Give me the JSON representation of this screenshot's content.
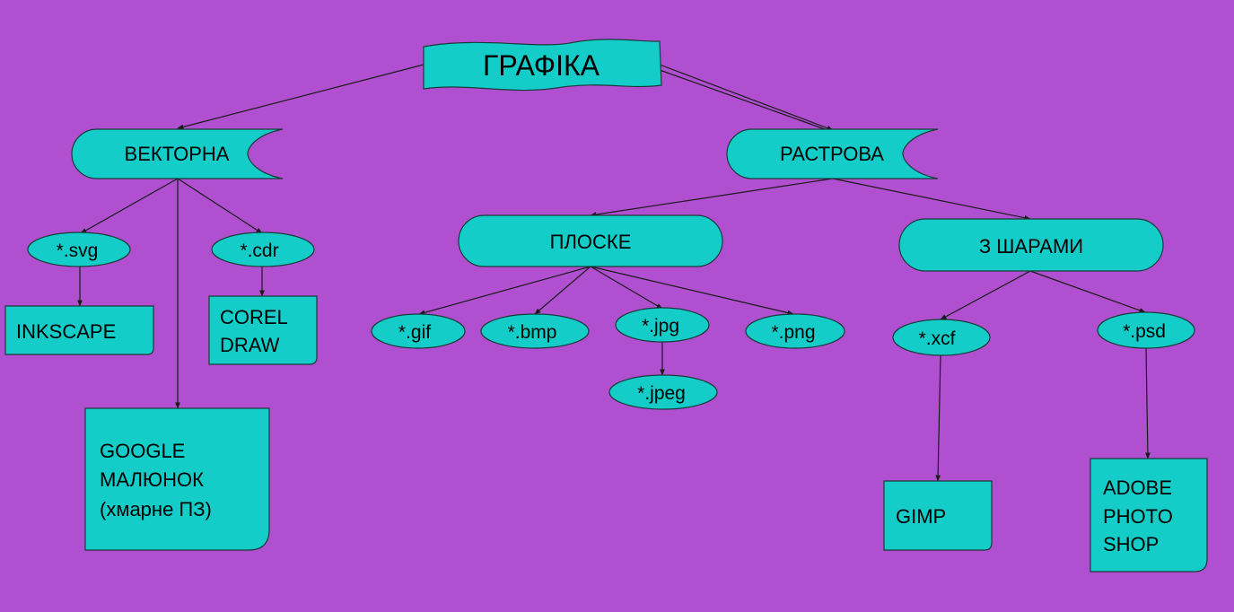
{
  "colors": {
    "background": "#b050d0",
    "node_fill": "#14cdc8",
    "edge": "#1a1a1a"
  },
  "nodes": {
    "root": "ГРАФІКА",
    "vector": "ВЕКТОРНА",
    "raster": "РАСТРОВА",
    "flat": "ПЛОСКЕ",
    "layered": "З ШАРАМИ",
    "svg": "*.svg",
    "cdr": "*.cdr",
    "inkscape": "INKSCAPE",
    "corel": [
      "COREL",
      "DRAW"
    ],
    "google": [
      "GOOGLE",
      "МАЛЮНОК",
      "(хмарне ПЗ)"
    ],
    "gif": "*.gif",
    "bmp": "*.bmp",
    "jpg": "*.jpg",
    "png": "*.png",
    "jpeg": "*.jpeg",
    "xcf": "*.xcf",
    "psd": "*.psd",
    "gimp": "GIMP",
    "photoshop": [
      "ADOBE",
      "PHOTO",
      "SHOP"
    ]
  }
}
